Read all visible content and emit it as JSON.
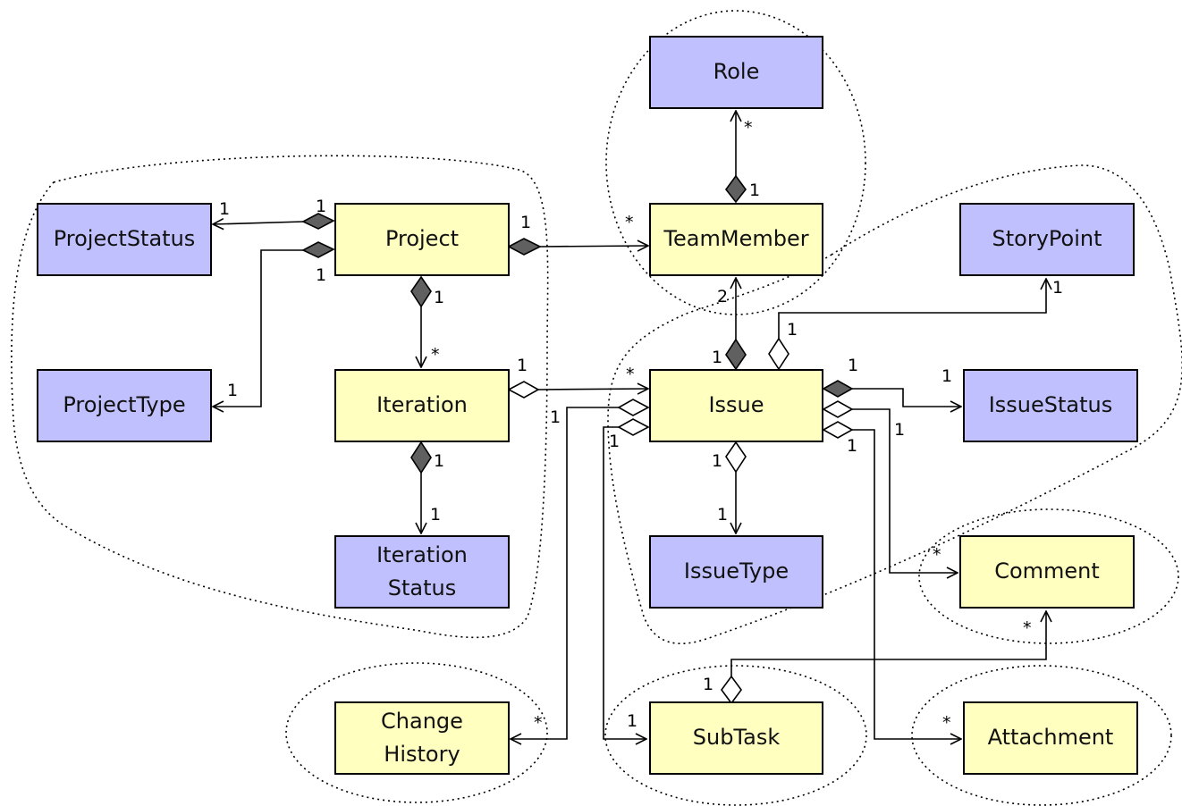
{
  "classes": {
    "role": "Role",
    "project_status": "ProjectStatus",
    "project": "Project",
    "team_member": "TeamMember",
    "story_point": "StoryPoint",
    "project_type": "ProjectType",
    "iteration": "Iteration",
    "issue": "Issue",
    "issue_status": "IssueStatus",
    "iteration_status": "Iteration\nStatus",
    "issue_type": "IssueType",
    "comment": "Comment",
    "change_history": "Change\nHistory",
    "sub_task": "SubTask",
    "attachment": "Attachment"
  },
  "colors": {
    "entity": "#ffffc0",
    "lookup": "#c0c0ff",
    "composition_diamond": "#606060"
  },
  "associations": [
    {
      "id": "teammember-role",
      "from": "TeamMember",
      "to": "Role",
      "kind": "composition",
      "source": "1",
      "target": "*"
    },
    {
      "id": "project-projectstatus",
      "from": "Project",
      "to": "ProjectStatus",
      "kind": "composition",
      "source": "1",
      "target": "1"
    },
    {
      "id": "project-projecttype",
      "from": "Project",
      "to": "ProjectType",
      "kind": "composition",
      "source": "1",
      "target": "1"
    },
    {
      "id": "project-teammember",
      "from": "Project",
      "to": "TeamMember",
      "kind": "composition",
      "source": "1",
      "target": "*"
    },
    {
      "id": "project-iteration",
      "from": "Project",
      "to": "Iteration",
      "kind": "composition",
      "source": "1",
      "target": "*"
    },
    {
      "id": "iteration-iterationstatus",
      "from": "Iteration",
      "to": "Iteration Status",
      "kind": "composition",
      "source": "1",
      "target": "1"
    },
    {
      "id": "iteration-issue",
      "from": "Iteration",
      "to": "Issue",
      "kind": "aggregation",
      "source": "1",
      "target": "*"
    },
    {
      "id": "issue-teammember",
      "from": "Issue",
      "to": "TeamMember",
      "kind": "composition",
      "source": "1",
      "target": "2"
    },
    {
      "id": "issue-storypoint",
      "from": "Issue",
      "to": "StoryPoint",
      "kind": "aggregation",
      "source": "1",
      "target": "1"
    },
    {
      "id": "issue-issuestatus",
      "from": "Issue",
      "to": "IssueStatus",
      "kind": "composition",
      "source": "1",
      "target": "1"
    },
    {
      "id": "issue-issuetype",
      "from": "Issue",
      "to": "IssueType",
      "kind": "aggregation",
      "source": "1",
      "target": "1"
    },
    {
      "id": "issue-comment",
      "from": "Issue",
      "to": "Comment",
      "kind": "aggregation",
      "source": "1",
      "target": "*"
    },
    {
      "id": "issue-attachment",
      "from": "Issue",
      "to": "Attachment",
      "kind": "aggregation",
      "source": "1",
      "target": "*"
    },
    {
      "id": "issue-changehistory",
      "from": "Issue",
      "to": "Change History",
      "kind": "aggregation",
      "source": "1",
      "target": "*"
    },
    {
      "id": "issue-subtask",
      "from": "Issue",
      "to": "SubTask",
      "kind": "aggregation",
      "source": "1",
      "target": "1"
    },
    {
      "id": "subtask-comment",
      "from": "SubTask",
      "to": "Comment",
      "kind": "aggregation",
      "source": "1",
      "target": "*"
    }
  ]
}
